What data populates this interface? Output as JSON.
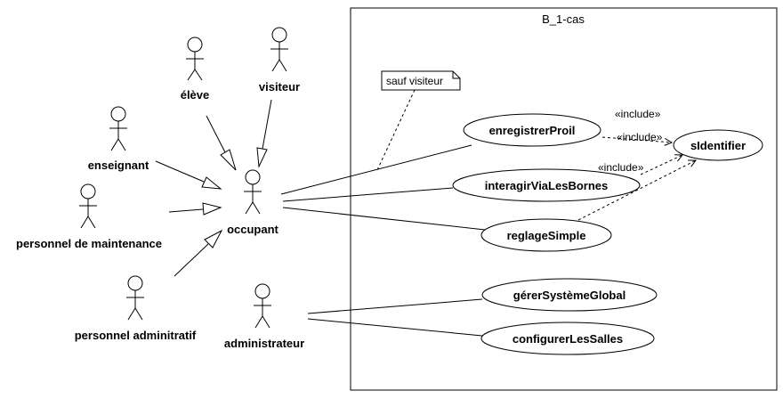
{
  "system": {
    "title": "B_1-cas"
  },
  "note": {
    "text": "sauf visiteur"
  },
  "actors": {
    "eleve": "élève",
    "visiteur": "visiteur",
    "enseignant": "enseignant",
    "personnel_maintenance": "personnel de maintenance",
    "occupant": "occupant",
    "personnel_administratif": "personnel adminitratif",
    "administrateur": "administrateur"
  },
  "use_cases": {
    "enregistrer": "enregistrerProil",
    "sidentifier": "sIdentifier",
    "interagir": "interagirViaLesBornes",
    "reglage": "reglageSimple",
    "gerer": "gérerSystèmeGlobal",
    "configurer": "configurerLesSalles"
  },
  "relations": {
    "include_1": "«include»",
    "include_2": "«include»",
    "include_3": "«include»"
  }
}
